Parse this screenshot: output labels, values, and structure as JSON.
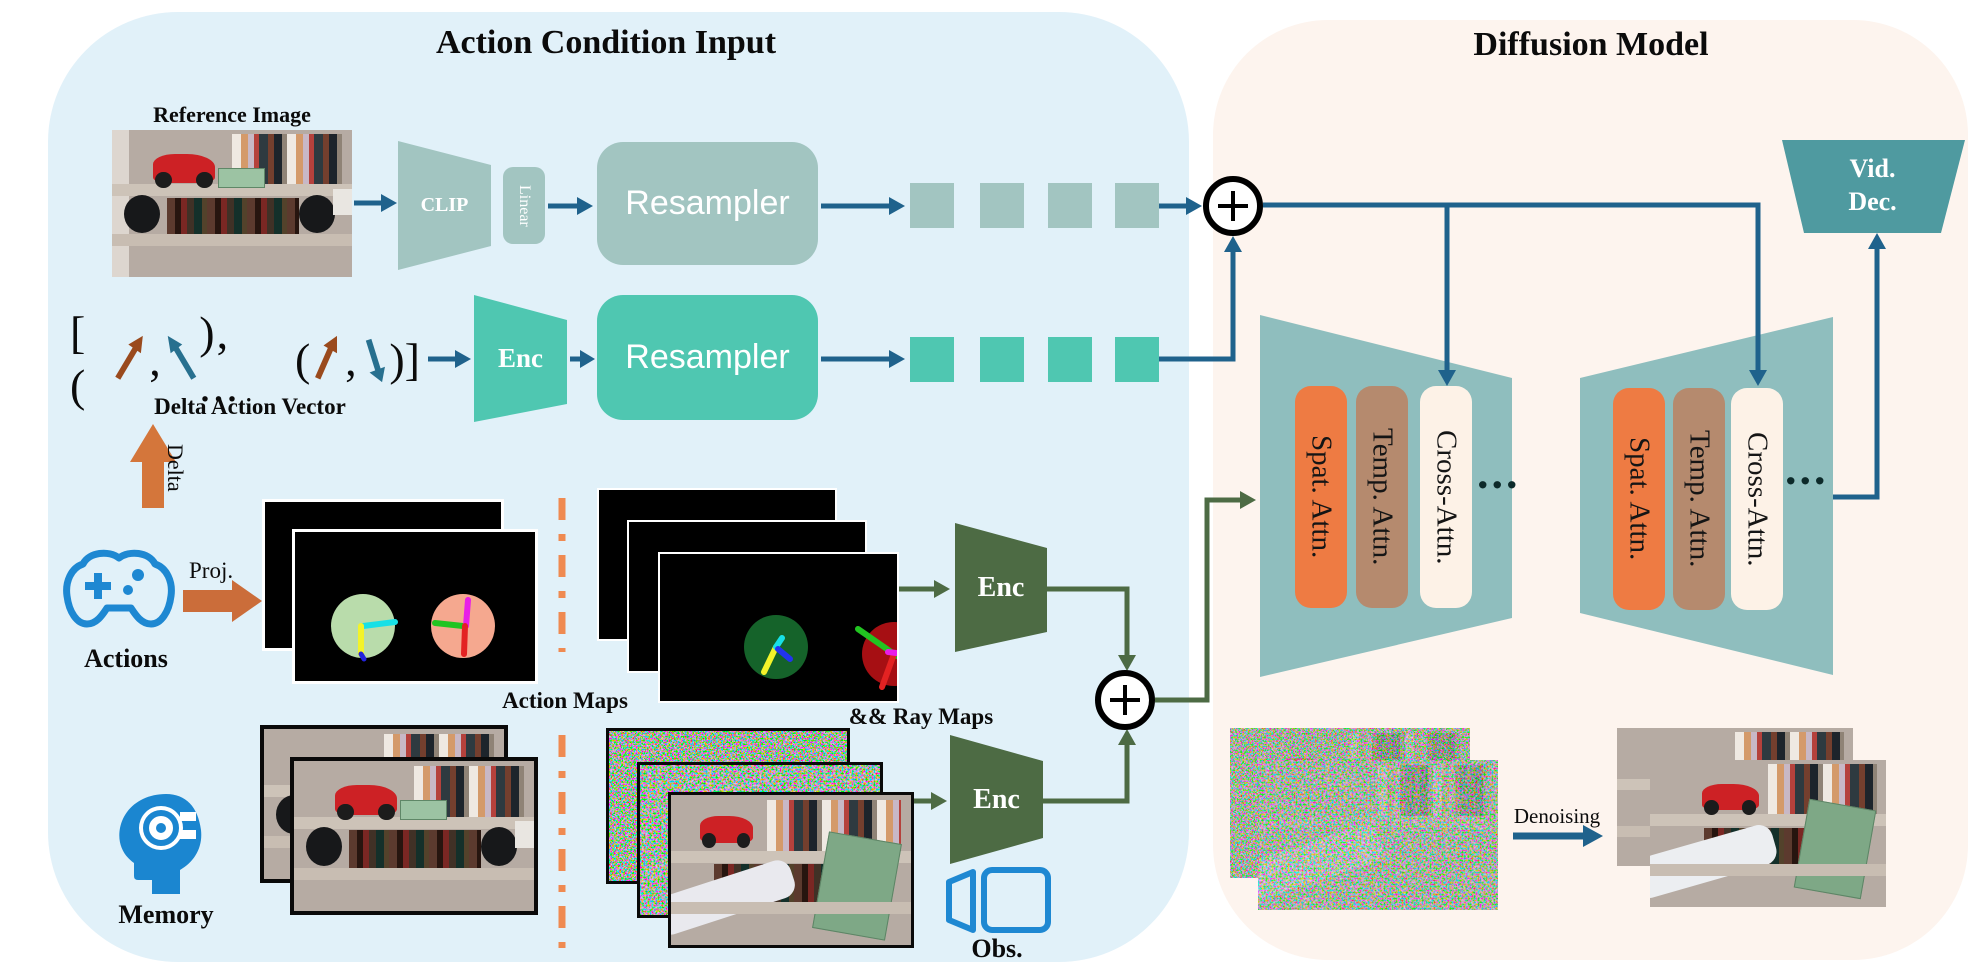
{
  "left_panel": {
    "title": "Action Condition Input",
    "reference_image_label": "Reference Image",
    "clip": "CLIP",
    "linear": "Linear",
    "resampler_top": "Resampler",
    "resampler_bottom": "Resampler",
    "enc_action": "Enc",
    "enc_ray": "Enc",
    "enc_obs": "Enc",
    "delta_vector_caption": "Delta Action Vector",
    "delta_vector_text": {
      "t1": "[ (",
      "t2": ",",
      "t3": "), ...",
      "t4": "(",
      "t5": ",",
      "t6": ")]"
    },
    "delta_arrow_label": "Delta",
    "actions_label": "Actions",
    "proj_label": "Proj.",
    "action_maps_label": "Action Maps",
    "ray_maps_label": "&& Ray Maps",
    "memory_label": "Memory",
    "obs_label": "Obs."
  },
  "right_panel": {
    "title": "Diffusion Model",
    "unet_blocks": [
      {
        "pills": [
          "Spat. Attn.",
          "Temp. Attn.",
          "Cross-Attn."
        ],
        "ellipsis": "..."
      },
      {
        "pills": [
          "Spat. Attn.",
          "Temp. Attn.",
          "Cross-Attn."
        ],
        "ellipsis": "..."
      }
    ],
    "vid_dec": {
      "line1": "Vid.",
      "line2": "Dec."
    },
    "denoising_label": "Denoising"
  },
  "colors": {
    "panel_left_bg": "#e1f1f9",
    "panel_right_bg": "#fdf4ee",
    "teal_module": "#4fc7b1",
    "gray_teal_module": "#a2c5c1",
    "dark_green": "#4d6b44",
    "arrow_blue": "#1f628c",
    "orange_arrow": "#cb6d3a",
    "divider_orange": "#ef8a51",
    "unet_trapezoid": "#8fbebe",
    "pill_spat": "#ee7b43",
    "pill_temp": "#b58a6e",
    "pill_cross": "#fdf2e7",
    "vid_dec_teal": "#4f9aa0",
    "icon_blue": "#1e88d2"
  }
}
